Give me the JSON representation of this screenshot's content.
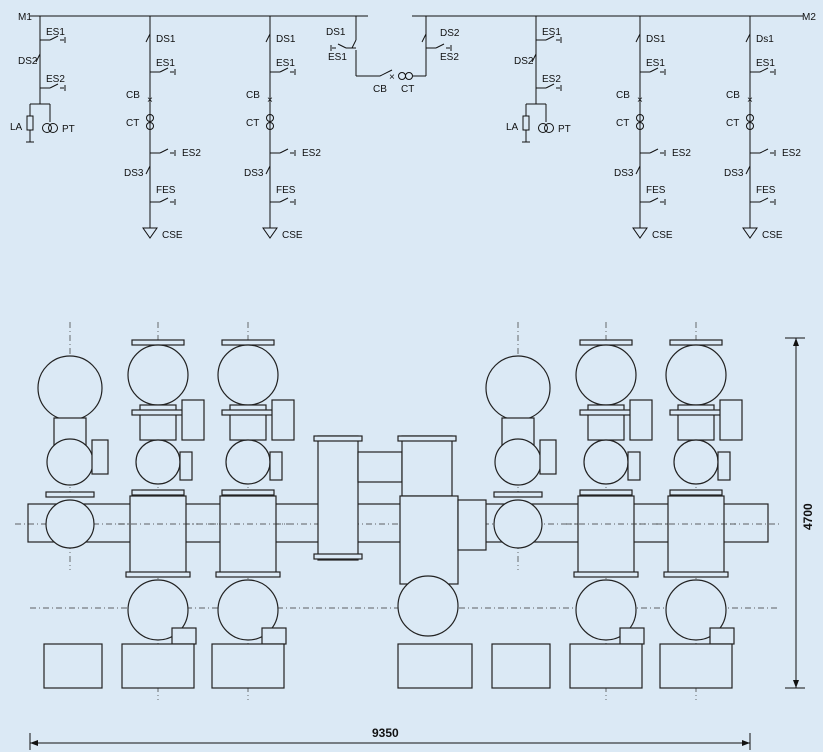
{
  "busbars": {
    "left": "M1",
    "right": "M2"
  },
  "labels": {
    "es1": "ES1",
    "es2": "ES2",
    "ds1": "DS1",
    "ds1_alt": "Ds1",
    "ds2": "DS2",
    "ds3": "DS3",
    "cb": "CB",
    "ct": "CT",
    "la": "LA",
    "pt": "PT",
    "fes": "FES",
    "cse": "CSE"
  },
  "dimensions": {
    "height": "4700",
    "width": "9350"
  },
  "colors": {
    "background": "#dbe9f5",
    "line": "#111111"
  }
}
